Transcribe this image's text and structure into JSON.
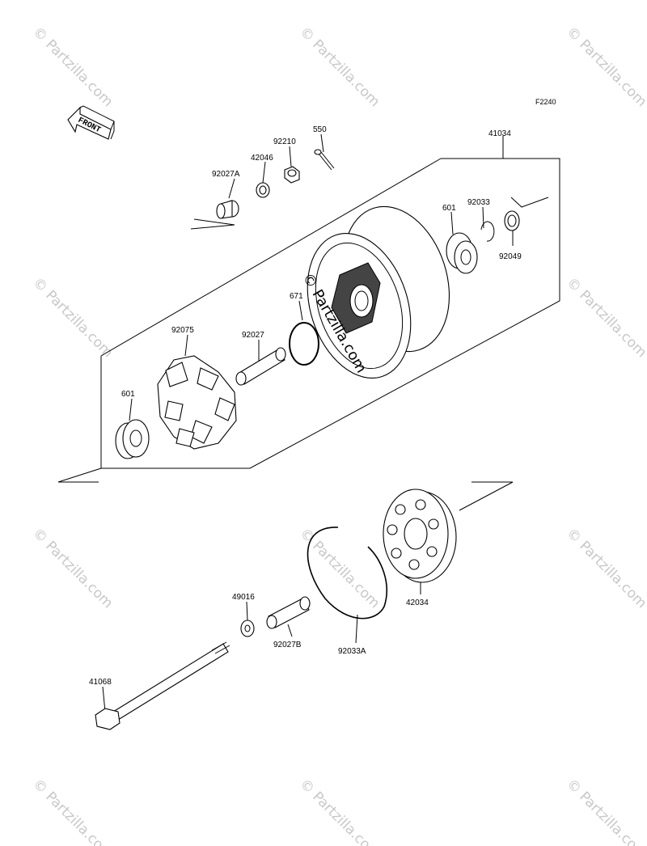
{
  "diagram": {
    "figure_code": "F2240",
    "front_label": "FRONT",
    "center_watermark": "© Partzilla.com",
    "watermark_text": "© Partzilla.com",
    "parts": [
      {
        "id": "p41034",
        "label": "41034"
      },
      {
        "id": "p92027A",
        "label": "92027A"
      },
      {
        "id": "p42046",
        "label": "42046"
      },
      {
        "id": "p92210",
        "label": "92210"
      },
      {
        "id": "p550",
        "label": "550"
      },
      {
        "id": "p601a",
        "label": "601"
      },
      {
        "id": "p92033",
        "label": "92033"
      },
      {
        "id": "p92049",
        "label": "92049"
      },
      {
        "id": "p671",
        "label": "671"
      },
      {
        "id": "p92075",
        "label": "92075"
      },
      {
        "id": "p92027",
        "label": "92027"
      },
      {
        "id": "p601b",
        "label": "601"
      },
      {
        "id": "p42034",
        "label": "42034"
      },
      {
        "id": "p49016",
        "label": "49016"
      },
      {
        "id": "p92027B",
        "label": "92027B"
      },
      {
        "id": "p92033A",
        "label": "92033A"
      },
      {
        "id": "p41068",
        "label": "41068"
      }
    ]
  }
}
